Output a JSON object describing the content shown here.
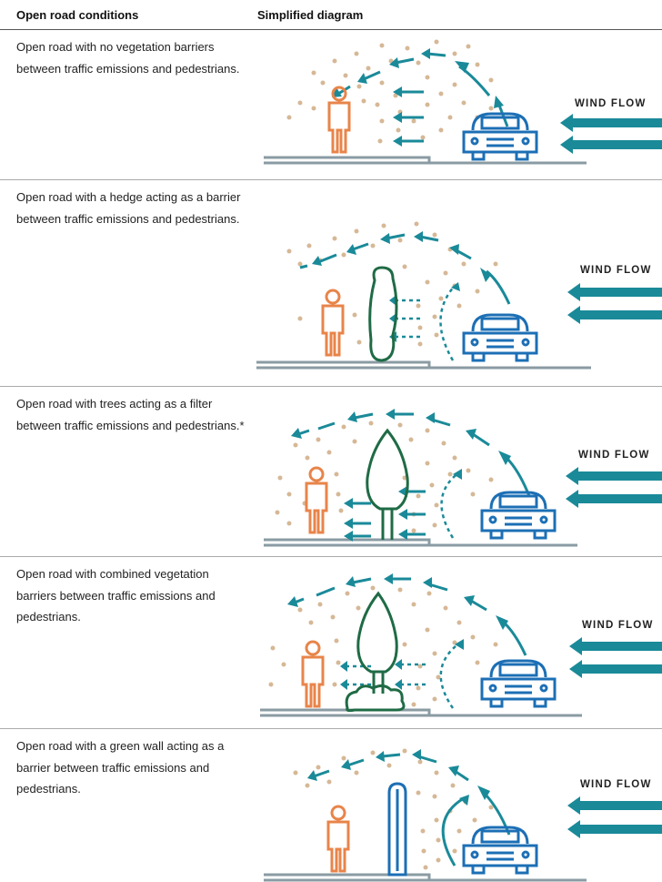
{
  "header": {
    "col1": "Open road conditions",
    "col2": "Simplified diagram"
  },
  "wind_label": "WIND FLOW",
  "colors": {
    "arrow": "#1a8a99",
    "particle": "#d6b896",
    "person": "#e8844a",
    "car": "#1c6fb5",
    "vegetation": "#1f6b45",
    "green_wall": "#1c6fb5",
    "road": "#8a9ba3"
  },
  "rows": [
    {
      "description": "Open road with no vegetation barriers between traffic emissions and pedestrians.",
      "barrier": "none"
    },
    {
      "description": "Open road with a hedge acting as a barrier between traffic emissions and pedestrians.",
      "barrier": "hedge"
    },
    {
      "description": "Open road with trees acting as a filter between traffic emissions and pedestrians.*",
      "barrier": "tree"
    },
    {
      "description": "Open road with combined vegetation barriers between traffic emissions and pedestrians.",
      "barrier": "combined"
    },
    {
      "description": "Open road with a green wall acting as a barrier between traffic emissions and pedestrians.",
      "barrier": "green-wall"
    }
  ]
}
